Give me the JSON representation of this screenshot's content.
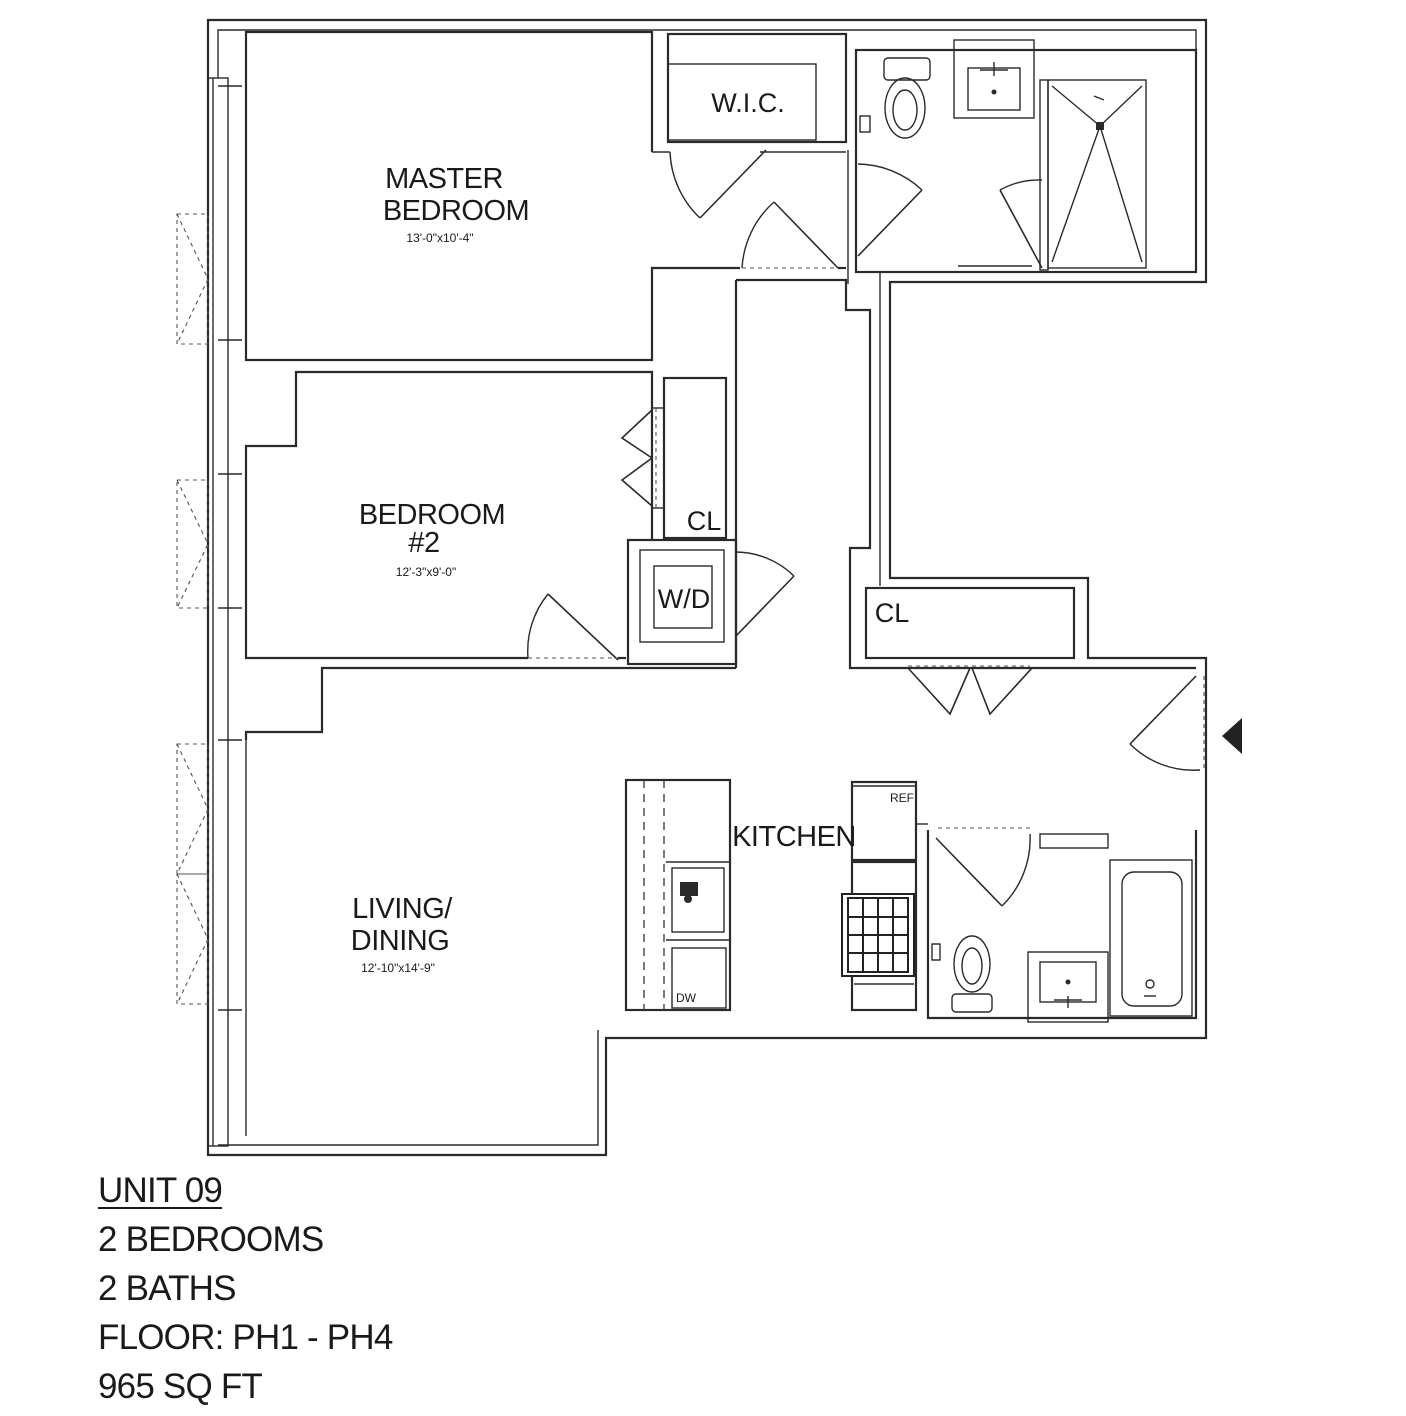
{
  "rooms": {
    "master_bedroom": {
      "line1": "MASTER",
      "line2": "BEDROOM",
      "dims": "13'-0\"x10'-4\""
    },
    "bedroom_2": {
      "line1": "BEDROOM",
      "line2": "#2",
      "dims": "12'-3\"x9'-0\""
    },
    "living_dining": {
      "line1": "LIVING/",
      "line2": "DINING",
      "dims": "12'-10\"x14'-9\""
    },
    "kitchen": {
      "label": "KITCHEN"
    }
  },
  "fixtures": {
    "wic": "W.I.C.",
    "closet_bedroom2": "CL",
    "washer_dryer": "W/D",
    "closet_hall": "CL",
    "refrigerator": "REF",
    "dishwasher": "DW"
  },
  "unit_info": {
    "unit": "UNIT 09",
    "bedrooms": "2 BEDROOMS",
    "baths": "2 BATHS",
    "floor": "FLOOR: PH1 - PH4",
    "area": "965 SQ FT"
  }
}
